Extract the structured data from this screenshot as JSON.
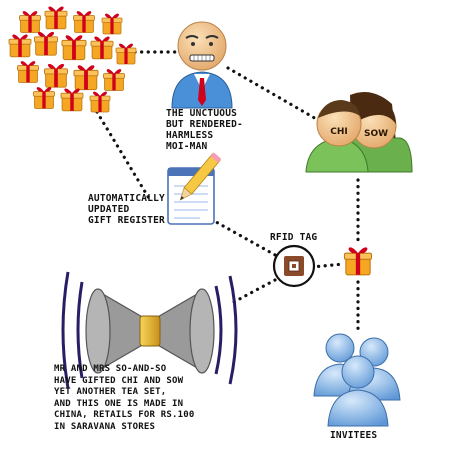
{
  "nodes": {
    "gifts": {
      "icon": "gift-pile-icon"
    },
    "moi_man": {
      "icon": "businessman-avatar-icon",
      "label_lines": [
        "The unctuous",
        "but rendered-",
        "harmless",
        "moi-man"
      ]
    },
    "couple": {
      "icon": "couple-avatar-icon",
      "left_badge": "CHI",
      "right_badge": "SOW"
    },
    "register": {
      "icon": "notepad-pencil-icon",
      "label_lines": [
        "Automatically",
        "updated",
        "gift register"
      ]
    },
    "rfid": {
      "icon": "rfid-tag-icon",
      "label": "RFID tag"
    },
    "gift": {
      "icon": "gift-box-icon"
    },
    "speaker": {
      "icon": "loudspeaker-icon",
      "label_lines": [
        "Mr and Mrs so-and-so",
        "have gifted Chi and Sow",
        "yet another tea set,",
        "and this one is made in",
        "China, retails for Rs.100",
        "in Saravana stores"
      ]
    },
    "invitees": {
      "icon": "people-group-icon",
      "label": "Invitees"
    }
  },
  "colors": {
    "wire": "#111111",
    "gift_box": "#f5a623",
    "ribbon": "#d0021b",
    "shirt_blue": "#4a90d9",
    "tie_red": "#d0021b",
    "skin": "#f2c48d",
    "hair": "#5a3a1a",
    "green": "#6ab04c",
    "speaker_gray": "#8a8a8a",
    "cone_gold": "#e0a820",
    "people_blue": "#7fb2e6"
  }
}
